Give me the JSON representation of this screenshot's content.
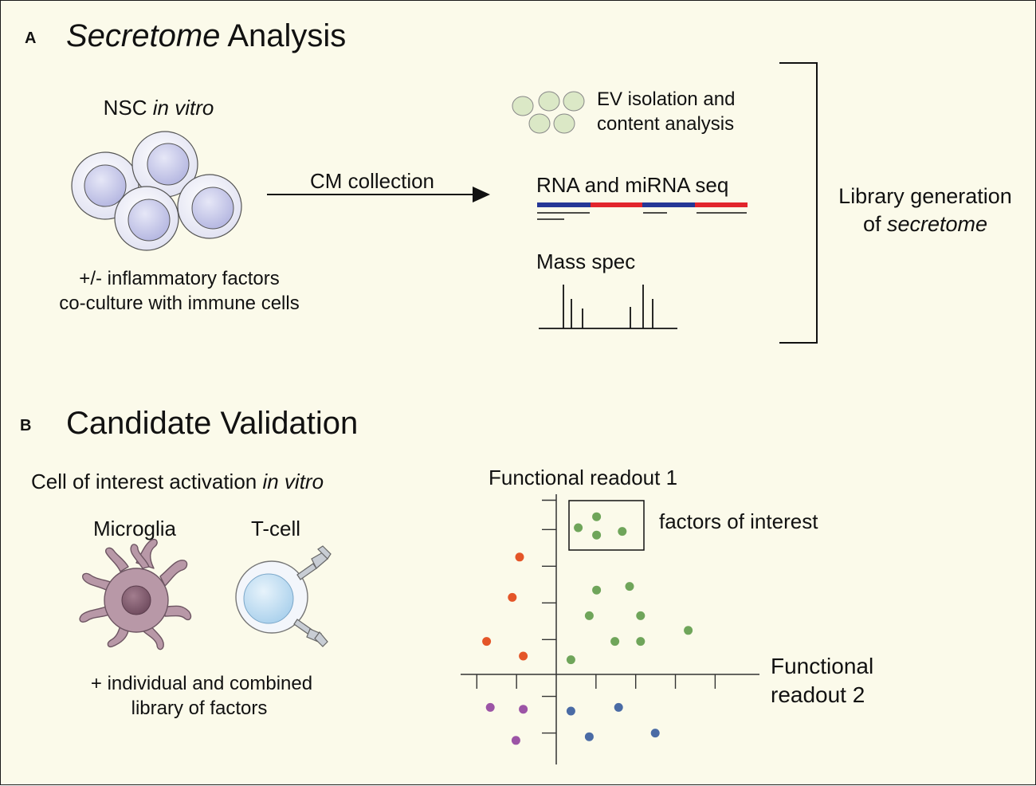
{
  "panel_a": {
    "letter": "A",
    "title_italic": "Secretome",
    "title_rest": " Analysis",
    "nsc_label": "NSC ",
    "nsc_label_italic": "in vitro",
    "condition_line1": "+/- inflammatory factors",
    "condition_line2": "co-culture with immune cells",
    "arrow_label": "CM collection",
    "ev_line1": "EV isolation and",
    "ev_line2": "content analysis",
    "rna_label": "RNA and miRNA seq",
    "mass_spec_label": "Mass spec",
    "library_line1": "Library generation",
    "library_line2_prefix": "of ",
    "library_line2_italic": "secretome"
  },
  "panel_b": {
    "letter": "B",
    "title": "Candidate Validation",
    "activation_label": "Cell of interest activation ",
    "activation_italic": "in vitro",
    "microglia_label": "Microglia",
    "tcell_label": "T-cell",
    "factors_line1": "+ individual and combined",
    "factors_line2": "library of factors"
  },
  "chart_data": {
    "type": "scatter",
    "ylabel": "Functional readout 1",
    "xlabel_line1": "Functional",
    "xlabel_line2": "readout 2",
    "box_label": "factors of interest",
    "xlim": [
      -2.0,
      5.0
    ],
    "ylim": [
      -1.5,
      4.5
    ],
    "series": [
      {
        "color": "#6fa55a",
        "points": [
          [
            0.6,
            4.0
          ],
          [
            1.1,
            4.3
          ],
          [
            1.1,
            3.8
          ],
          [
            1.8,
            3.9
          ],
          [
            1.1,
            2.3
          ],
          [
            2.0,
            2.4
          ],
          [
            0.9,
            1.6
          ],
          [
            2.3,
            1.6
          ],
          [
            1.6,
            0.9
          ],
          [
            2.3,
            0.9
          ],
          [
            3.6,
            1.2
          ],
          [
            0.4,
            0.4
          ]
        ]
      },
      {
        "color": "#e45528",
        "points": [
          [
            -1.0,
            3.2
          ],
          [
            -1.2,
            2.1
          ],
          [
            -1.9,
            0.9
          ],
          [
            -0.9,
            0.5
          ]
        ]
      },
      {
        "color": "#9c54a6",
        "points": [
          [
            -1.8,
            -0.9
          ],
          [
            -0.9,
            -0.95
          ],
          [
            -1.1,
            -1.8
          ]
        ]
      },
      {
        "color": "#4a6ba5",
        "points": [
          [
            0.4,
            -1.0
          ],
          [
            1.7,
            -0.9
          ],
          [
            0.9,
            -1.7
          ],
          [
            2.7,
            -1.6
          ]
        ]
      }
    ]
  },
  "colors": {
    "background": "#fbfaea",
    "nsc_fill": "#c7c9e8",
    "microglia": "#b898a7",
    "tcell": "#c2def0",
    "ev_fill": "#dbe8c6",
    "seq_blue": "#253796",
    "seq_red": "#e2252d"
  }
}
